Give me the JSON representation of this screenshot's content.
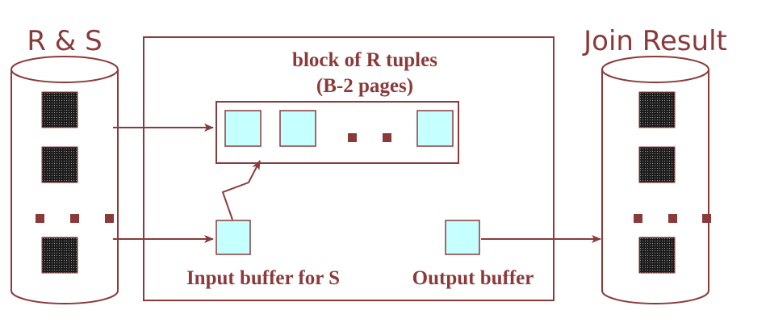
{
  "labels": {
    "left_disk": "R & S",
    "right_disk": "Join Result",
    "block_title_line1": "block of R tuples",
    "block_title_line2": "(B-2 pages)",
    "input_buffer": "Input buffer for S",
    "output_buffer": "Output buffer"
  },
  "colors": {
    "line": "#8b3a3a",
    "text": "#8b3a3a",
    "buffer_fill": "#c6ffff",
    "page_dark": "#2a2a2a",
    "dot": "#8b3a3a",
    "background": "#ffffff"
  }
}
